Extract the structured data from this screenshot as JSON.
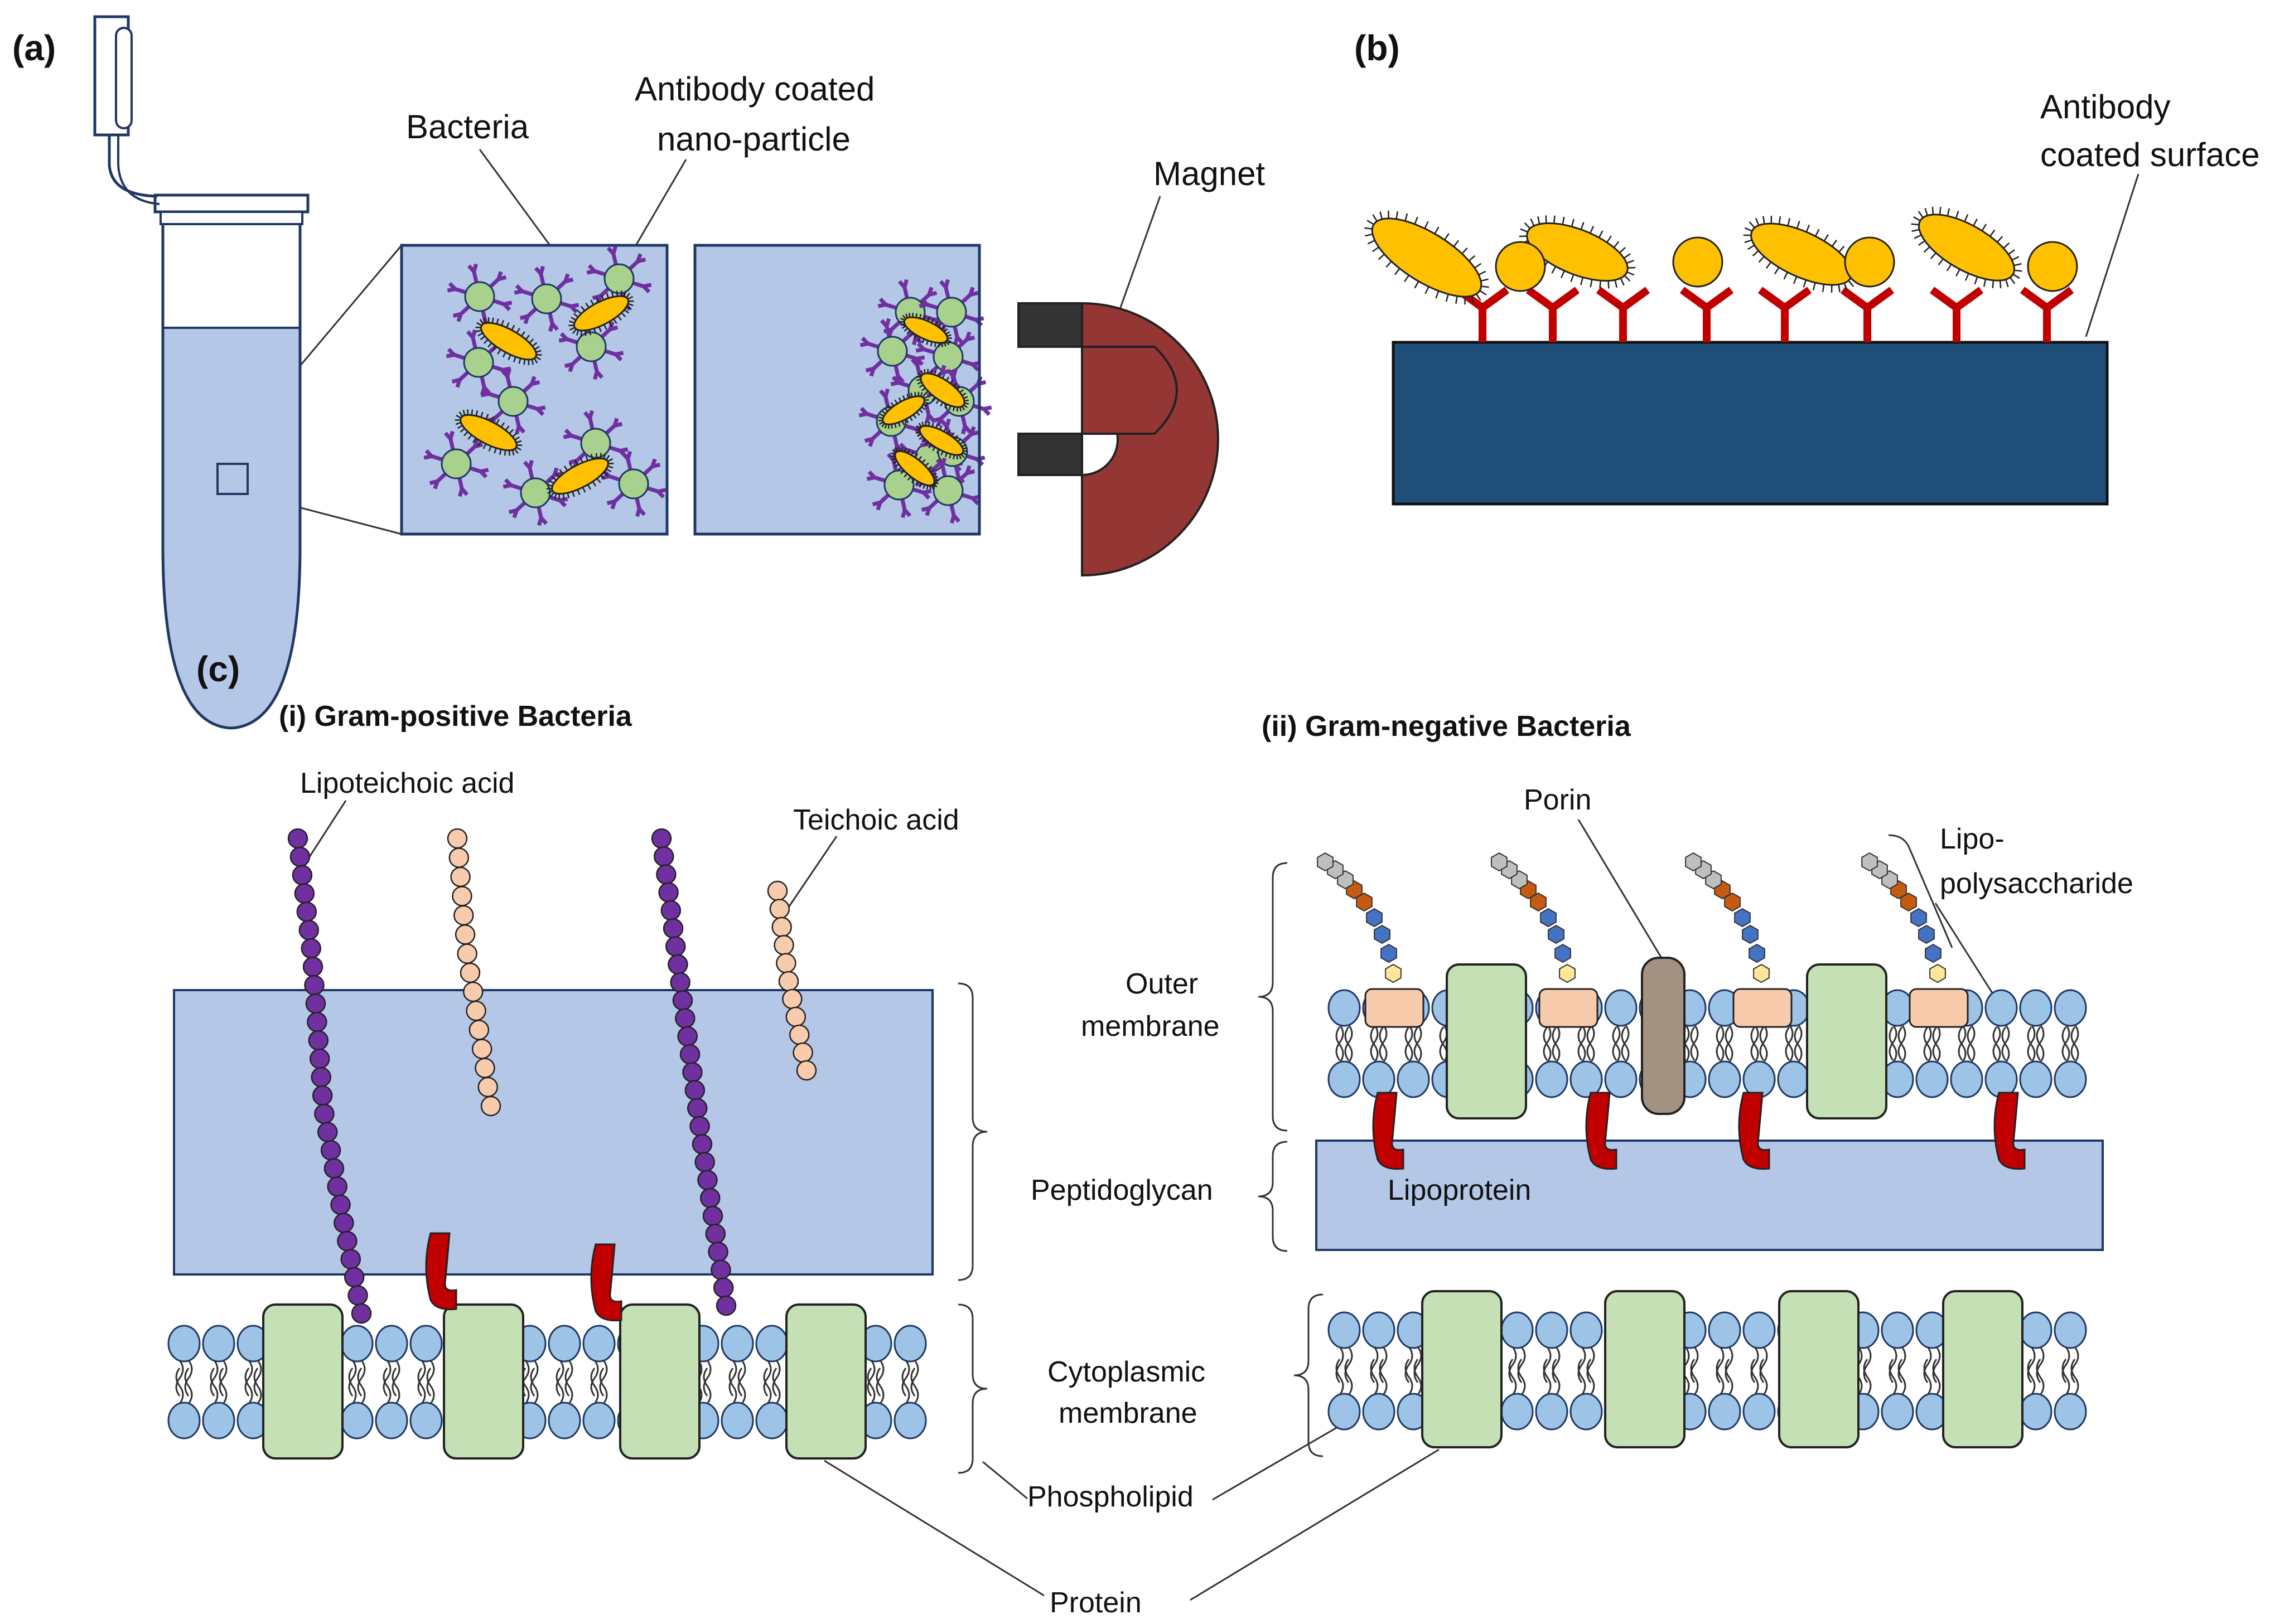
{
  "panels": {
    "a": "(a)",
    "b": "(b)",
    "c": "(c)"
  },
  "labels": {
    "bacteria": "Bacteria",
    "nanoparticle_1": "Antibody coated",
    "nanoparticle_2": "nano-particle",
    "magnet": "Magnet",
    "surface_1": "Antibody",
    "surface_2": "coated surface",
    "gram_pos": "(i) Gram-positive Bacteria",
    "gram_neg": "(ii) Gram-negative Bacteria",
    "lipoteichoic": "Lipoteichoic acid",
    "teichoic": "Teichoic acid",
    "porin": "Porin",
    "lps_1": "Lipo-",
    "lps_2": "polysaccharide",
    "outer_1": "Outer",
    "outer_2": "membrane",
    "peptidoglycan": "Peptidoglycan",
    "lipoprotein": "Lipoprotein",
    "cyto_1": "Cytoplasmic",
    "cyto_2": "membrane",
    "phospholipid": "Phospholipid",
    "protein": "Protein"
  },
  "colors": {
    "fluid": "#b4c7e7",
    "bacteria": "#ffc000",
    "nanoparticle": "#a9d18e",
    "antibody_purple": "#7030a0",
    "magnet_red": "#943634",
    "magnet_black": "#333333",
    "antibody_red": "#c00000",
    "surface": "#1f4e79",
    "lipoteichoic": "#7030a0",
    "teichoic": "#f8cbad",
    "head": "#9dc3e6",
    "protein": "#c5e0b4",
    "porin": "#a39282",
    "lipid_a": "#f8cbad",
    "sugar_grey": "#bfbfbf",
    "sugar_orange": "#c55a11",
    "sugar_blue": "#4472c4",
    "sugar_yellow": "#ffe699",
    "outline": "#1f3864"
  }
}
